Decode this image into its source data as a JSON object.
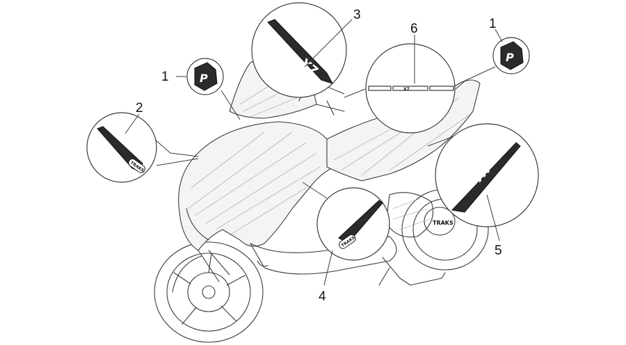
{
  "callouts": {
    "badge_left": "1",
    "badge_right": "1",
    "side_decal_left": "2",
    "windscreen_decal": "3",
    "front_panel_decal": "4",
    "side_decal_right": "5",
    "rear_stripe": "6"
  },
  "decal_text": {
    "xt": "X7",
    "badge_mark": "P",
    "model_plate": "TRAKS",
    "engine_cover": "TRAKS"
  },
  "colors": {
    "line": "#3a3a3a",
    "background": "#ffffff",
    "decal_fill": "#2b2b2b"
  }
}
